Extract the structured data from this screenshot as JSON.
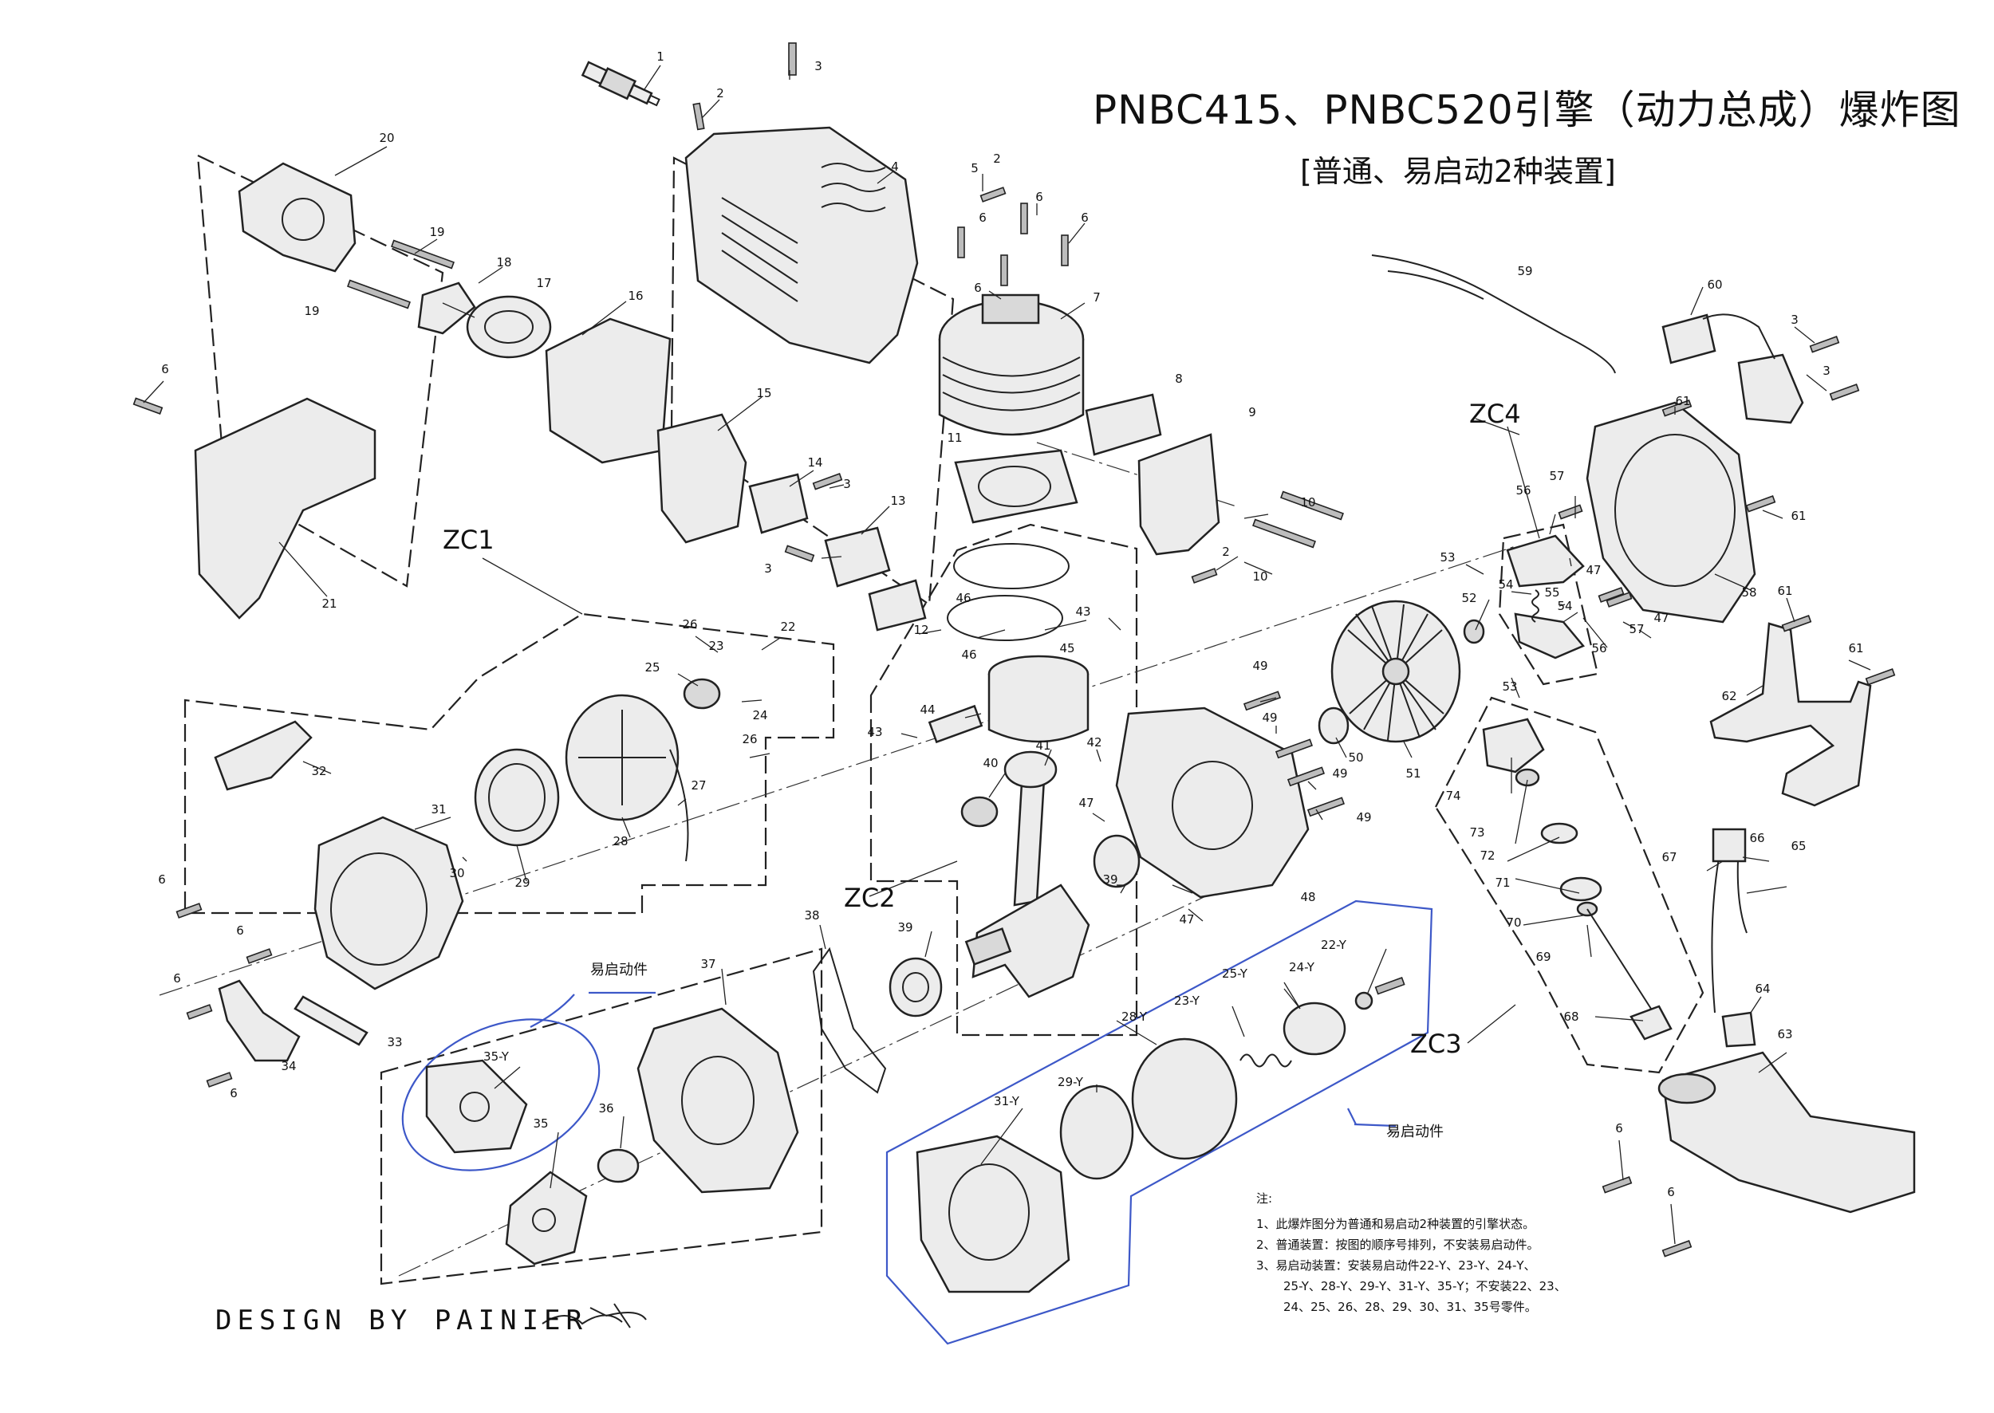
{
  "title": "PNBC415、PNBC520引擎（动力总成）爆炸图",
  "subtitle": "[普通、易启动2种装置]",
  "group_labels": [
    "ZC1",
    "ZC2",
    "ZC3",
    "ZC4"
  ],
  "easy_start_callout": "易启动件",
  "notes": {
    "heading": "注:",
    "lines": [
      "1、此爆炸图分为普通和易启动2种装置的引擎状态。",
      "2、普通装置：按图的顺序号排列，不安装易启动件。",
      "3、易启动装置：安装易启动件22-Y、23-Y、24-Y、",
      "25-Y、28-Y、29-Y、31-Y、35-Y；不安装22、23、",
      "24、25、26、28、29、30、31、35号零件。"
    ]
  },
  "designer": "DESIGN  BY  PAINIER",
  "part_numbers": {
    "p1": "1",
    "p2a": "2",
    "p3a": "3",
    "p20": "20",
    "p4": "4",
    "p5": "5",
    "p2b": "2",
    "p6a": "6",
    "p6b": "6",
    "p6c": "6",
    "p6d": "6",
    "p19a": "19",
    "p18": "18",
    "p19b": "19",
    "p17": "17",
    "p16": "16",
    "p7": "7",
    "p6e": "6",
    "p21": "21",
    "p15": "15",
    "p8": "8",
    "p11": "11",
    "p9": "9",
    "p14": "14",
    "p3b": "3",
    "p13": "13",
    "p3c": "3",
    "p10a": "10",
    "p10b": "10",
    "p2c": "2",
    "p12": "12",
    "p46a": "46",
    "p46b": "46",
    "p43a": "43",
    "p45": "45",
    "p26a": "26",
    "p22": "22",
    "p23": "23",
    "p25": "25",
    "p24": "24",
    "p26b": "26",
    "p27": "27",
    "p32": "32",
    "p31": "31",
    "p30": "30",
    "p29": "29",
    "p28": "28",
    "p44": "44",
    "p43b": "43",
    "p40": "40",
    "p41": "41",
    "p42": "42",
    "p47a": "47",
    "p6f": "6",
    "p6g": "6",
    "p6h": "6",
    "p33": "33",
    "p34": "34",
    "p6i": "6",
    "p39a": "39",
    "p38": "38",
    "p37": "37",
    "p35Y": "35-Y",
    "p35": "35",
    "p36": "36",
    "p39b": "39",
    "p47b": "47",
    "p48": "48",
    "p49a": "49",
    "p49b": "49",
    "p49c": "49",
    "p49d": "49",
    "p50": "50",
    "p51": "51",
    "p22Y": "22-Y",
    "p25Y": "25-Y",
    "p24Y": "24-Y",
    "p28Y": "28-Y",
    "p23Y": "23-Y",
    "p29Y": "29-Y",
    "p31Y": "31-Y",
    "p53a": "53",
    "p52": "52",
    "p54a": "54",
    "p55": "55",
    "p54b": "54",
    "p56a": "56",
    "p57a": "57",
    "p47c": "47",
    "p57b": "57",
    "p47d": "47",
    "p56b": "56",
    "p53b": "53",
    "p58": "58",
    "p59": "59",
    "p60": "60",
    "p3d": "3",
    "p3e": "3",
    "p61a": "61",
    "p61b": "61",
    "p61c": "61",
    "p61d": "61",
    "p62": "62",
    "p74": "74",
    "p73": "73",
    "p72": "72",
    "p71": "71",
    "p70": "70",
    "p69": "69",
    "p68": "68",
    "p67": "67",
    "p66": "66",
    "p65": "65",
    "p64": "64",
    "p63": "63",
    "p6j": "6",
    "p6k": "6"
  }
}
